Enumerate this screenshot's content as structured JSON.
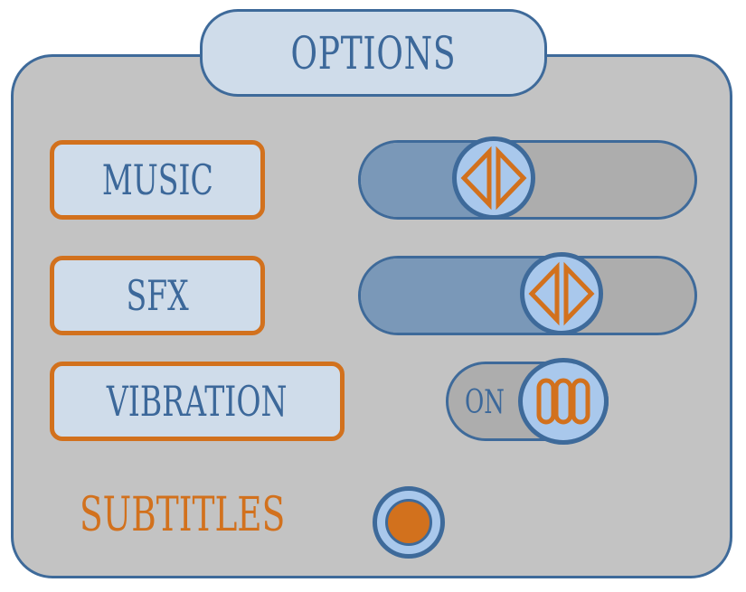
{
  "title": "OPTIONS",
  "settings": {
    "music": {
      "label": "MUSIC",
      "level": 0.4
    },
    "sfx": {
      "label": "SFX",
      "level": 0.6
    },
    "vibration": {
      "label": "VIBRATION",
      "state": "ON"
    },
    "subtitles": {
      "label": "SUBTITLES",
      "selected": true
    }
  },
  "icons": {
    "slider_knob": "left-right-arrows-icon",
    "toggle_knob": "grip-lines-icon",
    "radio": "radio-selected-icon"
  },
  "colors": {
    "panel": "#c3c3c3",
    "frame": "#3e6a9a",
    "label_bg": "#cfdcea",
    "accent": "#d2711d",
    "knob": "#a9c8ec",
    "slider_fill": "#7a98b8",
    "track": "#adadad"
  }
}
